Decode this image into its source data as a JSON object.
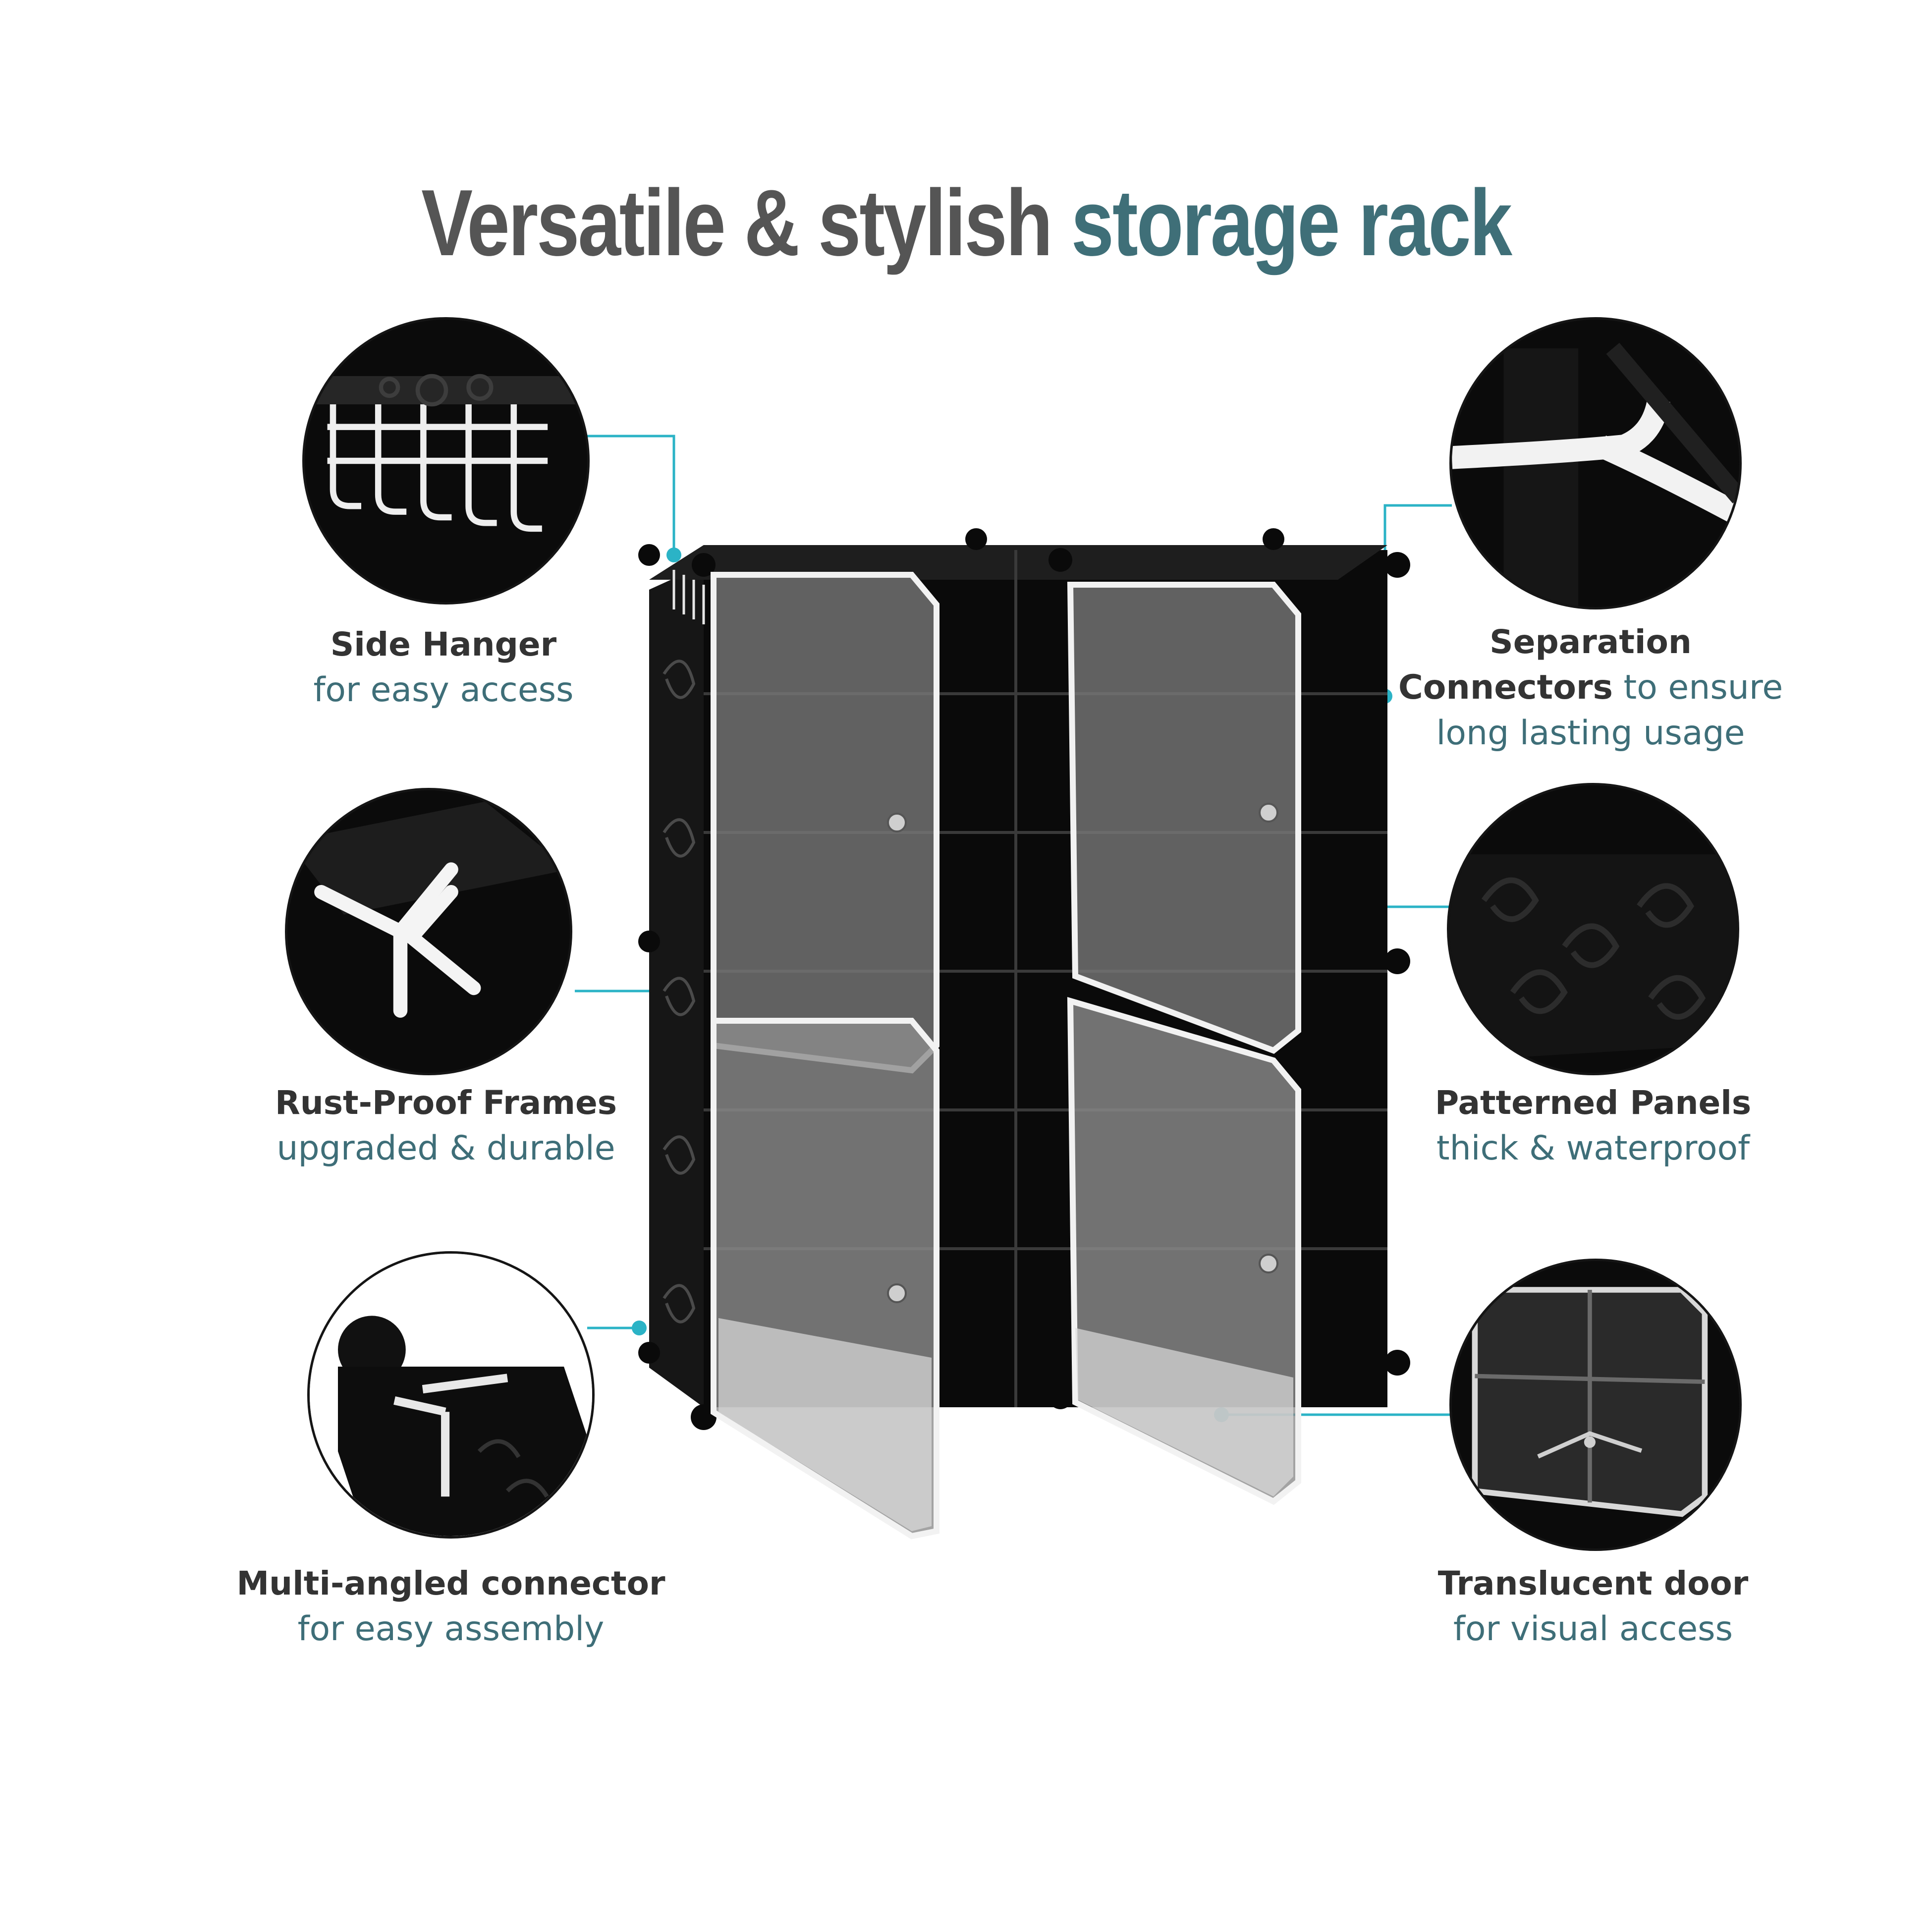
{
  "title": {
    "part1": "Versatile & stylish",
    "part2": "storage rack"
  },
  "callouts": {
    "side_hanger": {
      "title": "Side Hanger",
      "subtitle": "for easy access"
    },
    "separation_connectors": {
      "title_line1": "Separation",
      "title_line2": "Connectors",
      "subtitle_inline": "to ensure",
      "subtitle_line3": "long lasting usage"
    },
    "rust_proof": {
      "title": "Rust-Proof Frames",
      "subtitle": "upgraded & durable"
    },
    "patterned_panels": {
      "title": "Patterned Panels",
      "subtitle": "thick & waterproof"
    },
    "multi_angled": {
      "title": "Multi-angled connector",
      "subtitle": "for easy assembly"
    },
    "translucent_door": {
      "title": "Translucent door",
      "subtitle": "for visual access"
    }
  },
  "colors": {
    "accent": "#3f6f78",
    "leader_line": "#2bb3c6",
    "text_dark": "#333333",
    "panel_black": "#0b0b0b"
  }
}
